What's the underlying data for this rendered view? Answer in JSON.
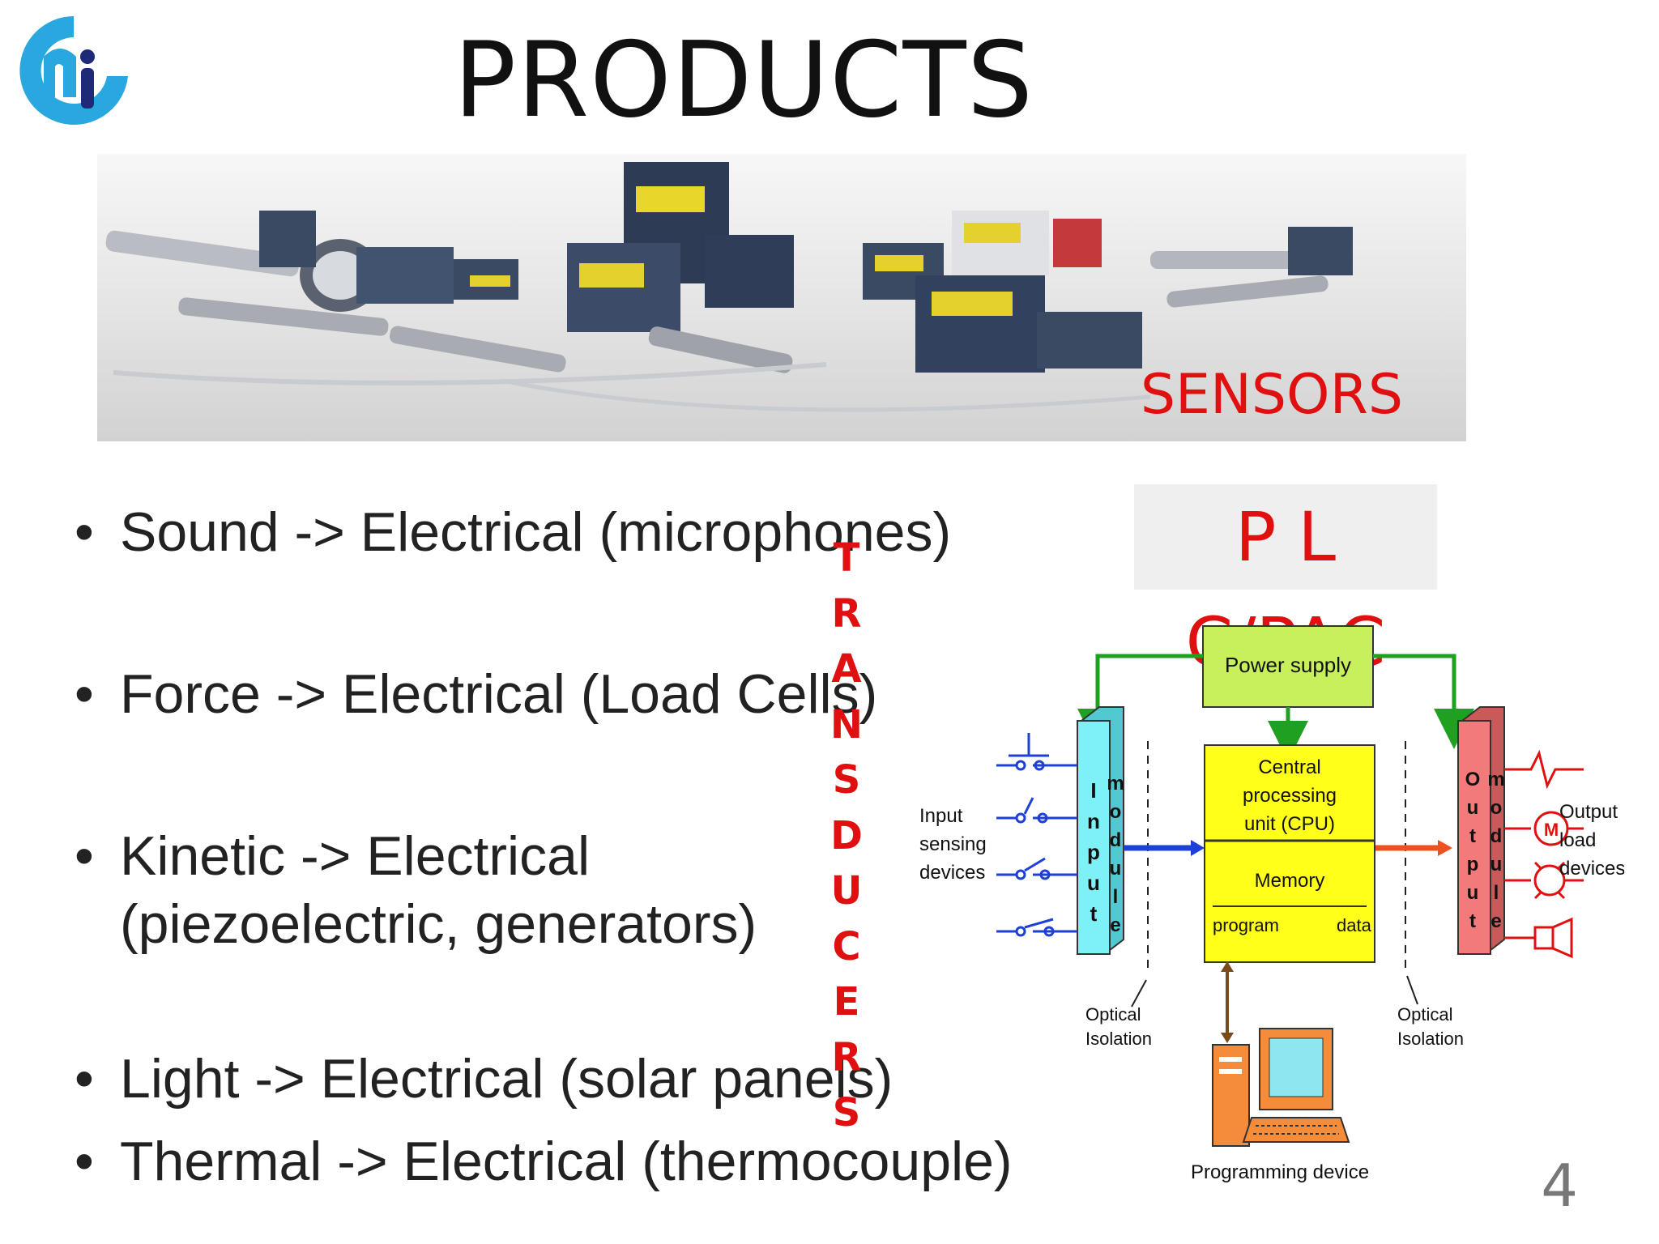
{
  "slide": {
    "title": "PRODUCTS",
    "page_number": "4"
  },
  "banner": {
    "label": "SENSORS"
  },
  "bullets": [
    {
      "line1": "Sound -> Electrical (microphones)",
      "line2": ""
    },
    {
      "line1": "Force -> Electrical (Load Cells)",
      "line2": ""
    },
    {
      "line1": "Kinetic -> Electrical",
      "line2": "(piezoelectric, generators)"
    },
    {
      "line1": "Light -> Electrical (solar panels)",
      "line2": ""
    },
    {
      "line1": "Thermal -> Electrical (thermocouple)",
      "line2": ""
    }
  ],
  "vertical_word": [
    "T",
    "R",
    "A",
    "N",
    "S",
    "D",
    "U",
    "C",
    "E",
    "R",
    "S"
  ],
  "plc": {
    "label": "P L C/PAC"
  },
  "diagram": {
    "power_supply": "Power supply",
    "cpu": [
      "Central",
      "processing",
      "unit (CPU)"
    ],
    "memory": "Memory",
    "program": "program",
    "data": "data",
    "input_module": [
      "I",
      "n",
      "p",
      "u",
      "t"
    ],
    "input_module2": [
      "m",
      "o",
      "d",
      "u",
      "l",
      "e"
    ],
    "output_module": [
      "O",
      "u",
      "t",
      "p",
      "u",
      "t"
    ],
    "output_module2": [
      "m",
      "o",
      "d",
      "u",
      "l",
      "e"
    ],
    "input_devices": [
      "Input",
      "sensing",
      "devices"
    ],
    "output_devices": [
      "Output",
      "load",
      "devices"
    ],
    "optical_left": [
      "Optical",
      "Isolation"
    ],
    "optical_right": [
      "Optical",
      "Isolation"
    ],
    "programming_device": "Programming device",
    "motor_symbol": "M"
  },
  "colors": {
    "accent_red": "#e01010",
    "power_supply": "#c7f05a",
    "cpu": "#ffff1a",
    "input_module": "#7ef1f7",
    "output_module": "#f27a7a",
    "wire_green": "#1fa020",
    "arrow_blue": "#1e40d8",
    "arrow_orange": "#f05020",
    "computer": "#f58c3a",
    "logo_blue": "#29a8e0"
  }
}
